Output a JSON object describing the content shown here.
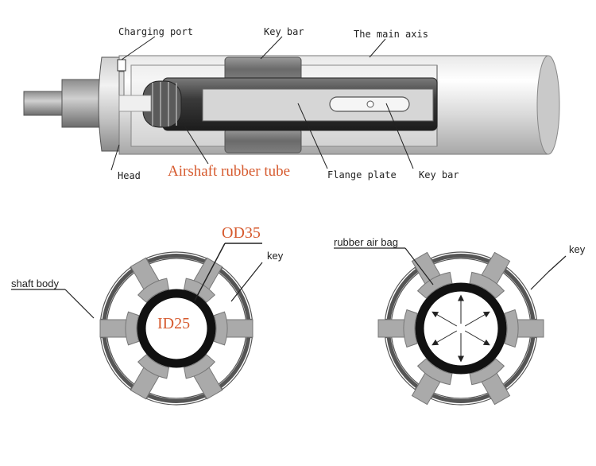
{
  "top_diagram": {
    "labels": {
      "charging_port": "Charging port",
      "key_bar_top": "Key bar",
      "main_axis": "The main axis",
      "head": "Head",
      "airshaft_rubber_tube": "Airshaft rubber tube",
      "flange_plate": "Flange plate",
      "key_bar_bottom": "Key bar"
    }
  },
  "left_section": {
    "labels": {
      "od": "OD35",
      "id": "ID25",
      "key": "key",
      "shaft_body": "shaft body"
    }
  },
  "right_section": {
    "labels": {
      "rubber_air_bag": "rubber air bag",
      "key": "key"
    }
  },
  "colors": {
    "accent_text": "#d65a2e",
    "rubber": "#111111",
    "key_fill": "#aaaaaa",
    "shaft_body": "#555555"
  }
}
